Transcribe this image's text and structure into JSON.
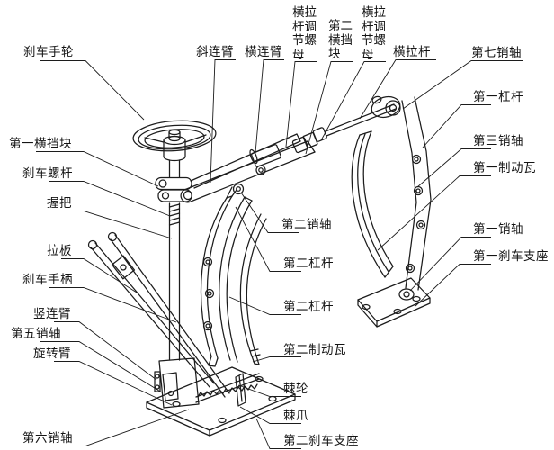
{
  "diagram": {
    "background_color": "#ffffff",
    "line_color": "#1c1c1c",
    "labels": {
      "brake_handwheel": "刹车手轮",
      "first_stop_block": "第一横挡块",
      "brake_screw": "刹车螺杆",
      "grip": "握把",
      "pull_plate": "拉板",
      "brake_handle": "刹车手柄",
      "vertical_link_arm": "竖连臂",
      "fifth_pin": "第五销轴",
      "rotating_arm": "旋转臂",
      "sixth_pin": "第六销轴",
      "diagonal_link_arm": "斜连臂",
      "horizontal_link_arm": "横连臂",
      "tie_rod_adjusting_nut_left": "横拉杆调节螺母",
      "second_stop_block": "第二横挡块",
      "tie_rod_adjusting_nut_right": "横拉杆调节螺母",
      "tie_rod": "横拉杆",
      "seventh_pin": "第七销轴",
      "first_lever": "第一杠杆",
      "third_pin": "第三销轴",
      "first_brake_shoe": "第一制动瓦",
      "first_pin": "第一销轴",
      "first_brake_support": "第一刹车支座",
      "second_pin": "第二销轴",
      "second_lever_upper": "第二杠杆",
      "second_lever_lower": "第二杠杆",
      "second_brake_shoe": "第二制动瓦",
      "ratchet_wheel": "棘轮",
      "pawl": "棘爪",
      "second_brake_support": "第二刹车支座"
    }
  }
}
